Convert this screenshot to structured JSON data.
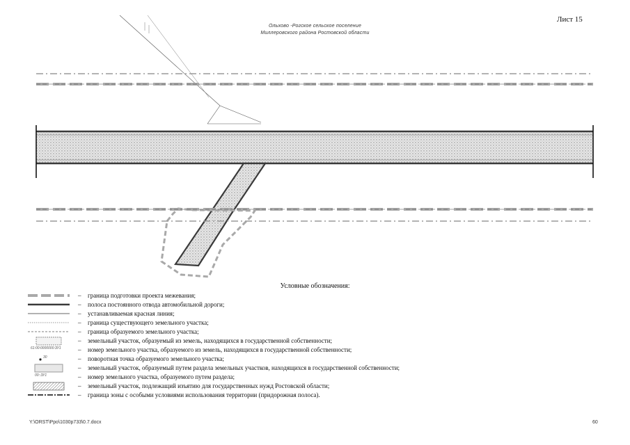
{
  "header": {
    "sheet": "Лист 15",
    "title_line1": "Ольхово -Рогское сельское поселение",
    "title_line2": "Миллеровского района Ростовской области"
  },
  "colors": {
    "boundary_gray": "#a9a9a9",
    "road_band": "#3a3a3a",
    "fill_dotted": "#cfcfcf"
  },
  "legend": {
    "title": "Условные обозначения:",
    "dash": "–",
    "items": [
      {
        "symbol": "project-boundary",
        "text": "граница подготовки проекта межевания;"
      },
      {
        "symbol": "right-of-way",
        "text": "полоса постоянного отвода автомобильной дороги;"
      },
      {
        "symbol": "red-line",
        "text": "устанавливаемая красная линия;"
      },
      {
        "symbol": "existing-parcel",
        "text": "граница существующего земельного участка;"
      },
      {
        "symbol": "formed-parcel",
        "text": "граница образуемого земельного участка;"
      },
      {
        "symbol": "state-land-parcel",
        "text": "земельный участок, образуемый из земель, находящихся в государственной собственности;"
      },
      {
        "symbol": "state-parcel-number",
        "label": "61:00:0000000:ЗУ1",
        "text": "номер земельного участка, образуемого из земель, находящихся в государственной собственности;"
      },
      {
        "symbol": "turning-point",
        "label": "30",
        "text": "поворотная точка образуемого земельного участка;"
      },
      {
        "symbol": "division-parcel",
        "text": "земельный участок, образуемый путем раздела земельных участков, находящихся в государственной собственности;"
      },
      {
        "symbol": "division-parcel-number",
        "label": "00::ЗУ1",
        "text": "номер земельного участка, образуемого путем раздела;"
      },
      {
        "symbol": "seized-parcel",
        "text": "земельный участок, подлежащий изъятию для государственных нужд Ростовской области;"
      },
      {
        "symbol": "special-zone",
        "text": "граница зоны с особыми условиями использования территории (придорожная полоса)."
      }
    ]
  },
  "footer": {
    "path": "Y:\\ORST\\Ppo\\1030p733\\0.7.docx",
    "page": "60"
  }
}
